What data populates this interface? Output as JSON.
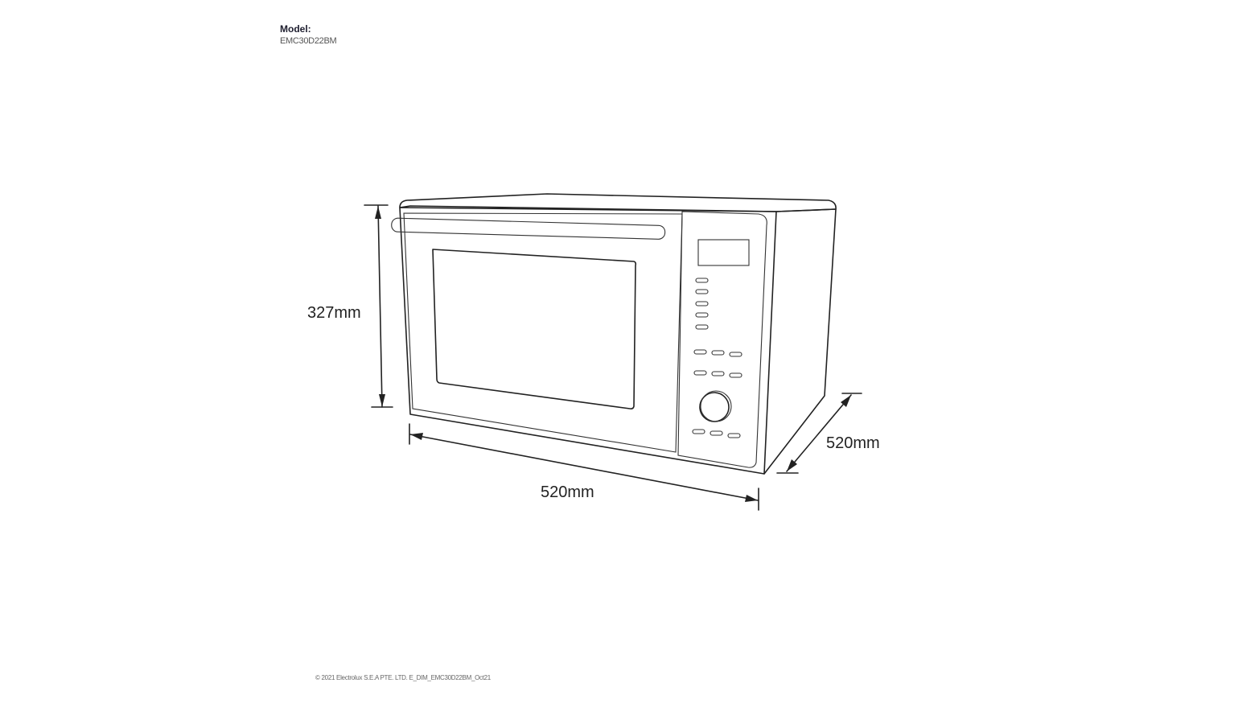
{
  "header": {
    "model_label": "Model:",
    "model_value": "EMC30D22BM"
  },
  "dimensions": {
    "height": "327mm",
    "width": "520mm",
    "depth": "520mm"
  },
  "footer": {
    "copyright": "© 2021 Electrolux S.E.A PTE. LTD. E_DIM_EMC30D22BM_Oct21"
  }
}
